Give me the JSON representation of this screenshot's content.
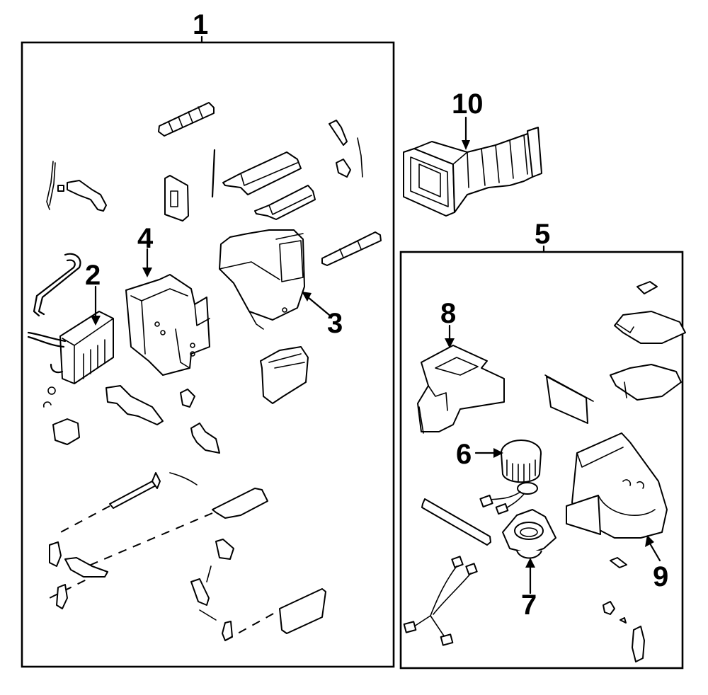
{
  "diagram": {
    "type": "exploded-parts-view",
    "subject": "Heater / blower assembly",
    "groups": [
      {
        "id": "group-1",
        "callout": "1",
        "contains": [
          "2",
          "3",
          "4"
        ]
      },
      {
        "id": "group-5",
        "callout": "5",
        "contains": [
          "6",
          "7",
          "8",
          "9"
        ]
      }
    ],
    "callouts": [
      {
        "number": "1",
        "target": "heater-unit-assembly-box"
      },
      {
        "number": "2",
        "target": "heater-core"
      },
      {
        "number": "3",
        "target": "heater-case-upper"
      },
      {
        "number": "4",
        "target": "heater-case-lower"
      },
      {
        "number": "5",
        "target": "blower-unit-assembly-box"
      },
      {
        "number": "6",
        "target": "blower-fan"
      },
      {
        "number": "7",
        "target": "blower-motor"
      },
      {
        "number": "8",
        "target": "intake-duct"
      },
      {
        "number": "9",
        "target": "blower-case"
      },
      {
        "number": "10",
        "target": "air-duct"
      }
    ]
  }
}
